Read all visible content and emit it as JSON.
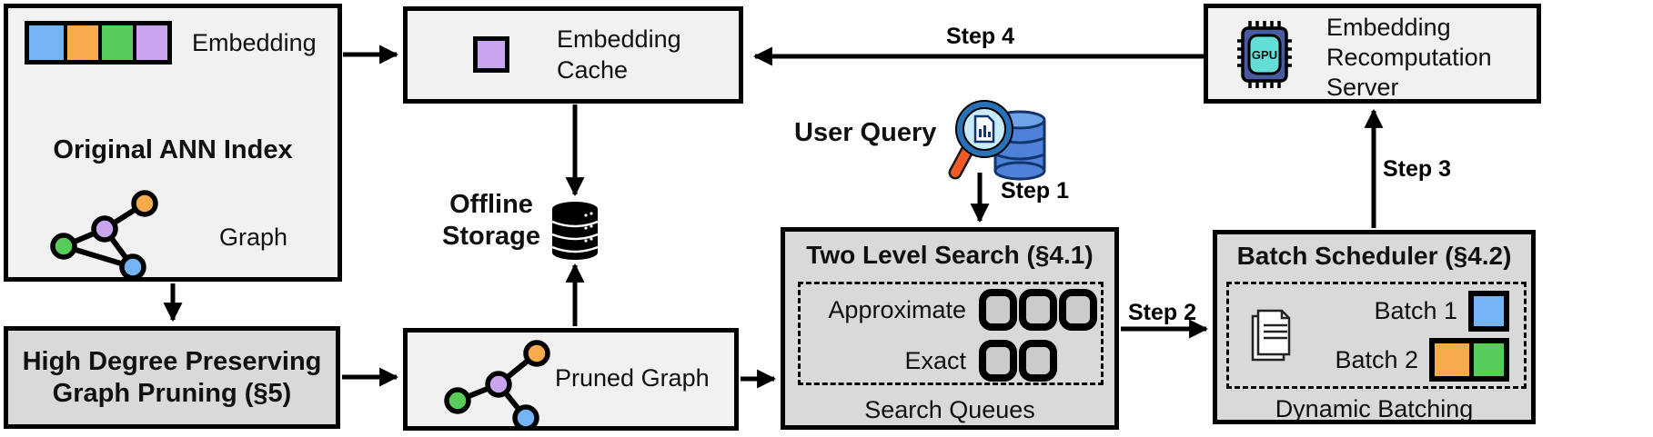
{
  "boxes": {
    "original_ann_index": {
      "title": "Original ANN Index",
      "embedding_label": "Embedding",
      "graph_label": "Graph",
      "graph": {
        "nodes": [
          "green",
          "purple",
          "orange",
          "blue"
        ],
        "edges": [
          [
            "green",
            "purple"
          ],
          [
            "purple",
            "orange"
          ],
          [
            "purple",
            "blue"
          ],
          [
            "green",
            "blue"
          ]
        ]
      }
    },
    "embedding_cache": {
      "label": "Embedding\nCache"
    },
    "embedding_recomputation_server": {
      "label": "Embedding\nRecomputation\nServer",
      "gpu_chip_text": "GPU"
    },
    "offline_storage": {
      "label": "Offline\nStorage"
    },
    "high_degree_pruning": {
      "label": "High Degree Preserving\nGraph Pruning (§5)"
    },
    "pruned_graph": {
      "label": "Pruned Graph",
      "graph": {
        "nodes": [
          "green",
          "purple",
          "orange",
          "blue"
        ],
        "edges": [
          [
            "green",
            "purple"
          ],
          [
            "purple",
            "orange"
          ],
          [
            "purple",
            "blue"
          ]
        ]
      }
    },
    "user_query": {
      "label": "User Query"
    },
    "two_level_search": {
      "title": "Two Level Search (§4.1)",
      "rows": [
        {
          "label": "Approximate",
          "slots": 3
        },
        {
          "label": "Exact",
          "slots": 2
        }
      ],
      "footer": "Search Queues"
    },
    "batch_scheduler": {
      "title": "Batch Scheduler (§4.2)",
      "batches": [
        {
          "label": "Batch 1",
          "colors": [
            "#74b4f2"
          ]
        },
        {
          "label": "Batch 2",
          "colors": [
            "#f7ab4d",
            "#58cc58"
          ]
        }
      ],
      "footer": "Dynamic Batching"
    }
  },
  "steps": {
    "step1": "Step 1",
    "step2": "Step 2",
    "step3": "Step 3",
    "step4": "Step 4"
  },
  "colors": {
    "embedding_blue": "#74b4f2",
    "embedding_orange": "#f7ab4d",
    "embedding_green": "#58cc58",
    "embedding_purple": "#c9a5f0",
    "box_bg_light": "#f1f1f1",
    "box_bg_dark": "#d9d9d9",
    "border": "#000000",
    "queue_slot_fill": "#cbcbcb",
    "gpu_chip_outer": "#4a5a9e",
    "gpu_chip_inner": "#63ded6",
    "magnifier_handle": "#f15a24",
    "magnifier_lens": "#c9ecfa",
    "query_database_blue": "#4d82d8"
  }
}
